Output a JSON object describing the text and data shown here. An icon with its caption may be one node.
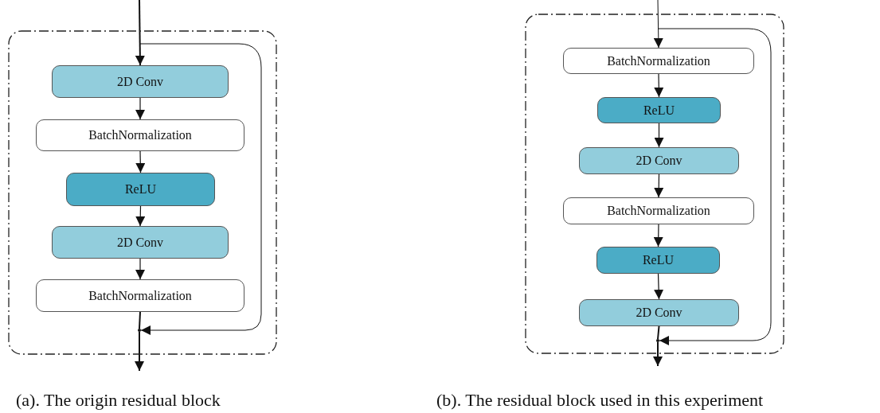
{
  "diagram": {
    "nodes": [
      {
        "text": [],
        "shape": "box"
      },
      {
        "text": [
          "2D Conv"
        ],
        "in": 0
      },
      {
        "text": [
          "BatchNormalization"
        ],
        "in": 0
      },
      {
        "text": [
          "ReLU"
        ],
        "in": 0
      },
      {
        "text": [
          "2D Conv"
        ],
        "in": 0
      },
      {
        "text": [
          "BatchNormalization"
        ],
        "in": 0
      },
      {
        "text": [],
        "shape": "dot",
        "in": 0
      },
      {
        "text": [],
        "shape": "box"
      },
      {
        "text": [
          "BatchNormalization"
        ],
        "in": 7
      },
      {
        "text": [
          "ReLU"
        ],
        "in": 7
      },
      {
        "text": [
          "2D Conv"
        ],
        "in": 7
      },
      {
        "text": [
          "BatchNormalization"
        ],
        "in": 7
      },
      {
        "text": [
          "ReLU"
        ],
        "in": 7
      },
      {
        "text": [
          "2D Conv"
        ],
        "in": 7
      },
      {
        "text": [],
        "shape": "dot",
        "in": 7
      }
    ],
    "edges": [
      {
        "from": null,
        "to": 1,
        "arrow": "to"
      },
      {
        "from": 1,
        "to": 2,
        "arrow": "to"
      },
      {
        "from": 2,
        "to": 3,
        "arrow": "to"
      },
      {
        "from": 3,
        "to": 4,
        "arrow": "to"
      },
      {
        "from": 4,
        "to": 5,
        "arrow": "to"
      },
      {
        "from": 5,
        "to": 6,
        "arrow": "none"
      },
      {
        "from": null,
        "to": 6,
        "arrow": "to"
      },
      {
        "from": 6,
        "to": null,
        "arrow": "to"
      },
      {
        "from": null,
        "to": 8,
        "arrow": "to"
      },
      {
        "from": 8,
        "to": 9,
        "arrow": "to"
      },
      {
        "from": 9,
        "to": 10,
        "arrow": "to"
      },
      {
        "from": 10,
        "to": 11,
        "arrow": "to"
      },
      {
        "from": 11,
        "to": 12,
        "arrow": "to"
      },
      {
        "from": 12,
        "to": 13,
        "arrow": "to"
      },
      {
        "from": 13,
        "to": 14,
        "arrow": "none"
      },
      {
        "from": null,
        "to": 14,
        "arrow": "to"
      },
      {
        "from": 14,
        "to": null,
        "arrow": "to"
      }
    ],
    "labels": [
      "(a). The origin residual block",
      "(b). The residual block used in this experiment"
    ]
  }
}
